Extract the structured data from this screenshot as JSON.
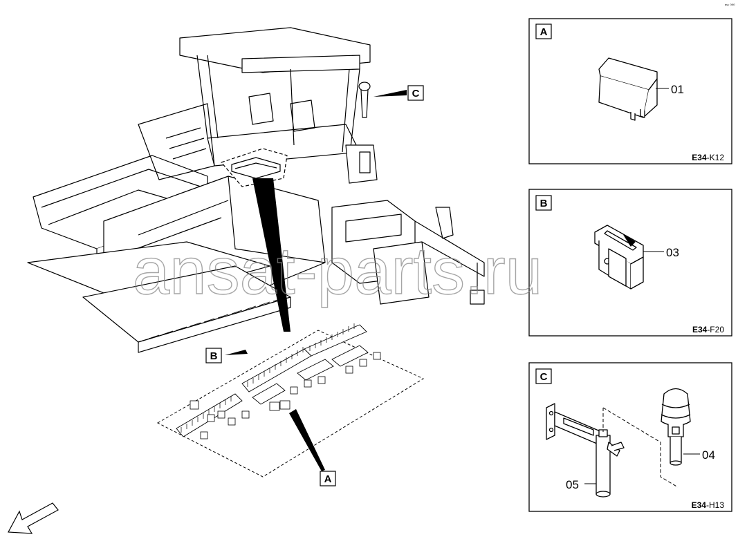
{
  "corner_mark": "ᵐᵒ ⁰⁰⁰",
  "watermark": "ansat-parts.ru",
  "callouts": {
    "c": "C",
    "b": "B",
    "a": "A"
  },
  "panels": [
    {
      "tag": "A",
      "part_numbers": [
        "01"
      ],
      "code_prefix": "E34",
      "code_suffix": "-K12"
    },
    {
      "tag": "B",
      "part_numbers": [
        "03"
      ],
      "code_prefix": "E34",
      "code_suffix": "-F20"
    },
    {
      "tag": "C",
      "part_numbers": [
        "04",
        "05"
      ],
      "code_prefix": "E34",
      "code_suffix": "-H13"
    }
  ]
}
